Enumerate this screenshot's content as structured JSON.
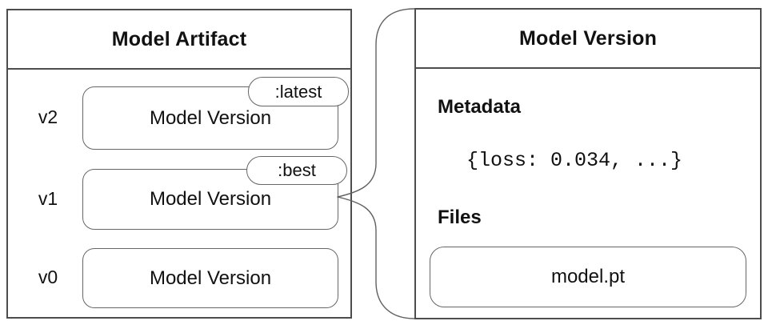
{
  "artifact_panel": {
    "title": "Model Artifact",
    "rows": [
      {
        "version": "v2",
        "label": "Model Version",
        "tag": ":latest"
      },
      {
        "version": "v1",
        "label": "Model Version",
        "tag": ":best"
      },
      {
        "version": "v0",
        "label": "Model Version"
      }
    ]
  },
  "detail_panel": {
    "title": "Model Version",
    "metadata_heading": "Metadata",
    "metadata_value": "{loss: 0.034, ...}",
    "files_heading": "Files",
    "file_name": "model.pt"
  },
  "colors": {
    "panel_border": "#4d4d4d",
    "box_border": "#666666",
    "connector": "#606060",
    "text": "#111111",
    "background": "#ffffff"
  }
}
